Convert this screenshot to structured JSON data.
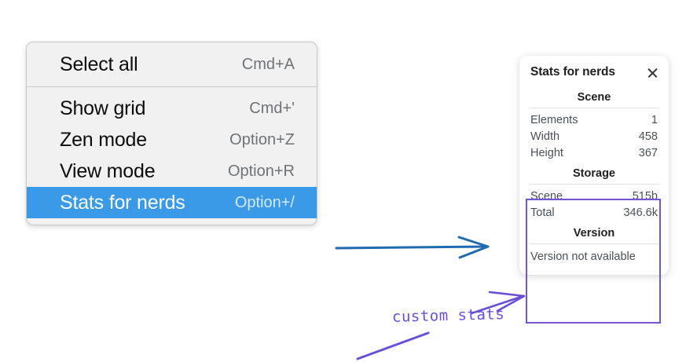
{
  "menu": {
    "groups": [
      {
        "items": [
          {
            "label": "Select all",
            "shortcut": "Cmd+A",
            "selected": false
          }
        ]
      },
      {
        "items": [
          {
            "label": "Show grid",
            "shortcut": "Cmd+'",
            "selected": false
          },
          {
            "label": "Zen mode",
            "shortcut": "Option+Z",
            "selected": false
          },
          {
            "label": "View mode",
            "shortcut": "Option+R",
            "selected": false
          },
          {
            "label": "Stats for nerds",
            "shortcut": "Option+/",
            "selected": true
          }
        ]
      }
    ],
    "highlight_color": "#3a9ae8"
  },
  "stats_panel": {
    "title": "Stats for nerds",
    "close_icon": "close-icon",
    "sections": [
      {
        "heading": "Scene",
        "rows": [
          {
            "key": "Elements",
            "value": "1"
          },
          {
            "key": "Width",
            "value": "458"
          },
          {
            "key": "Height",
            "value": "367"
          }
        ]
      },
      {
        "heading": "Storage",
        "rows": [
          {
            "key": "Scene",
            "value": "515b"
          },
          {
            "key": "Total",
            "value": "346.6k"
          }
        ]
      },
      {
        "heading": "Version",
        "note": "Version not available"
      }
    ]
  },
  "annotations": {
    "blue_arrow_color": "#1f6bb0",
    "purple_color": "#6b4fd8",
    "handwritten_label": "custom stats",
    "box_color": "#7554d6"
  }
}
